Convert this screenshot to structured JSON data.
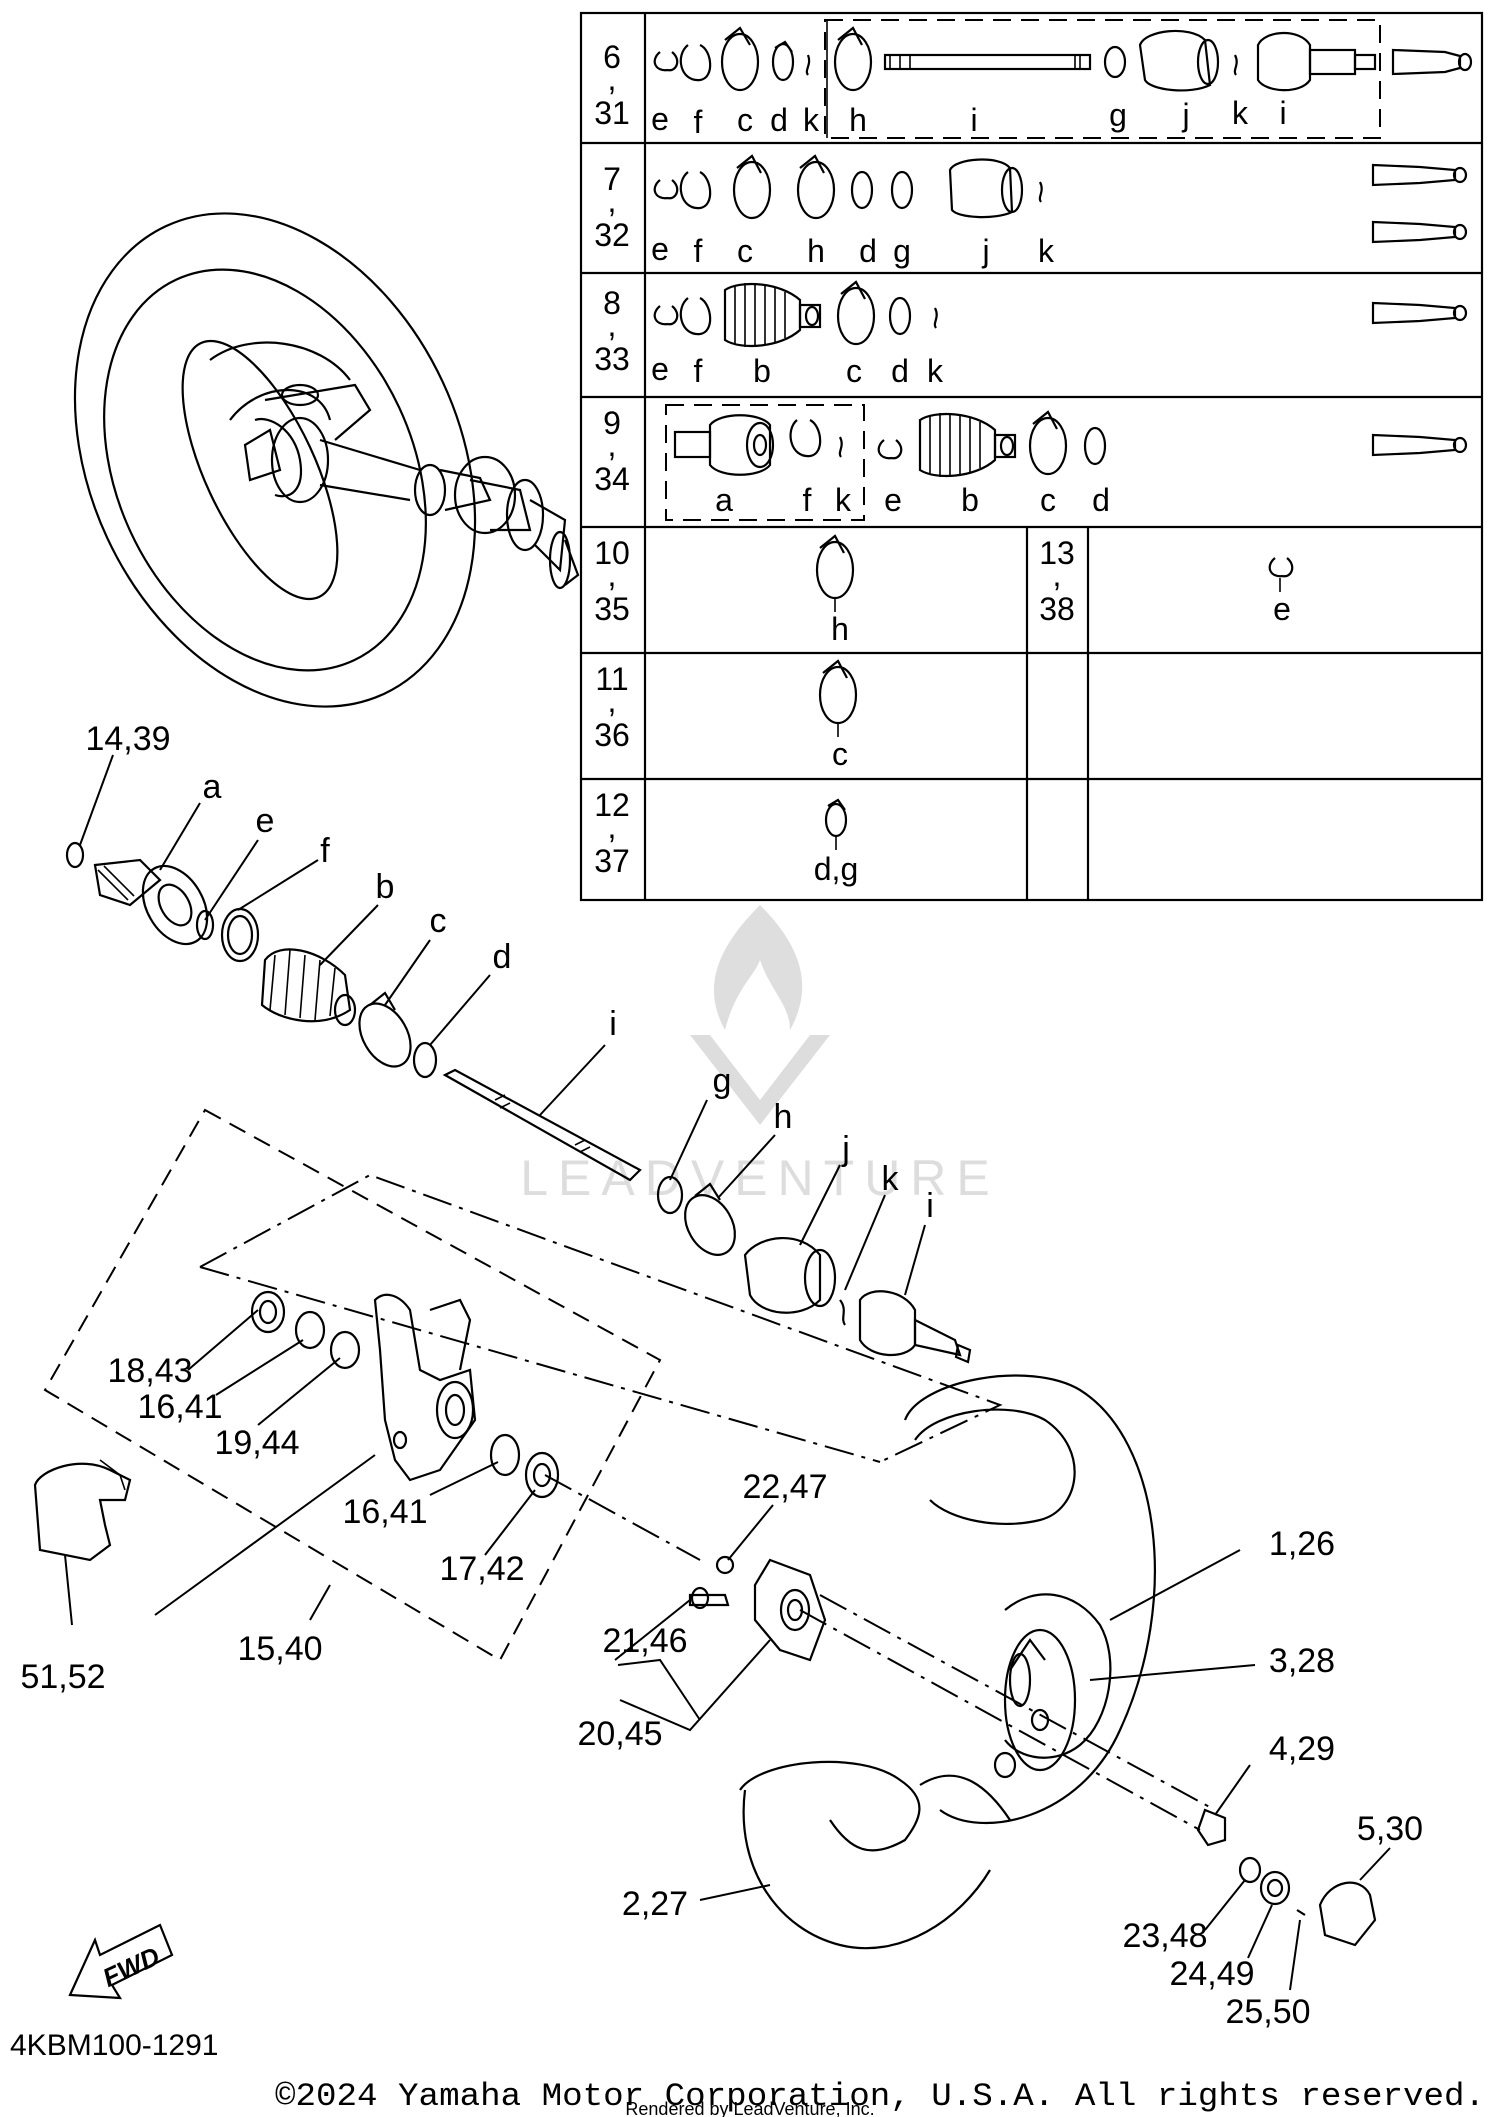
{
  "diagram_id": "4KBM100-1291",
  "footer": {
    "copyright": "©2024 Yamaha Motor Corporation, U.S.A. All rights reserved.",
    "rendered_by": "Rendered by LeadVenture, Inc."
  },
  "watermark": "LEADVENTURE",
  "fwd_arrow": "FWD",
  "table": {
    "rows": [
      {
        "ref": [
          "6",
          ",",
          "31"
        ],
        "letters": [
          "e",
          "f",
          "c",
          "d",
          "k",
          "h",
          "i",
          "g",
          "j",
          "k",
          "i"
        ]
      },
      {
        "ref": [
          "7",
          ",",
          "32"
        ],
        "letters": [
          "e",
          "f",
          "c",
          "h",
          "d",
          "g",
          "j",
          "k"
        ]
      },
      {
        "ref": [
          "8",
          ",",
          "33"
        ],
        "letters": [
          "e",
          "f",
          "b",
          "c",
          "d",
          "k"
        ]
      },
      {
        "ref": [
          "9",
          ",",
          "34"
        ],
        "letters": [
          "a",
          "f",
          "k",
          "e",
          "b",
          "c",
          "d"
        ]
      },
      {
        "ref": [
          "10",
          ",",
          "35"
        ],
        "letters": [
          "h"
        ],
        "ref2": [
          "13",
          ",",
          "38"
        ],
        "letters2": [
          "e"
        ]
      },
      {
        "ref": [
          "11",
          ",",
          "36"
        ],
        "letters": [
          "c"
        ]
      },
      {
        "ref": [
          "12",
          ",",
          "37"
        ],
        "letters": [
          "d,g"
        ]
      }
    ]
  },
  "callouts": {
    "c14_39": "14,39",
    "a": "a",
    "e": "e",
    "f": "f",
    "b": "b",
    "c": "c",
    "d": "d",
    "i": "i",
    "g": "g",
    "h": "h",
    "j": "j",
    "k": "k",
    "i2": "i",
    "c18_43": "18,43",
    "c16_41a": "16,41",
    "c19_44": "19,44",
    "c16_41b": "16,41",
    "c17_42": "17,42",
    "c15_40": "15,40",
    "c51_52": "51,52",
    "c22_47": "22,47",
    "c21_46": "21,46",
    "c20_45": "20,45",
    "c1_26": "1,26",
    "c3_28": "3,28",
    "c4_29": "4,29",
    "c5_30": "5,30",
    "c2_27": "2,27",
    "c23_48": "23,48",
    "c24_49": "24,49",
    "c25_50": "25,50"
  }
}
